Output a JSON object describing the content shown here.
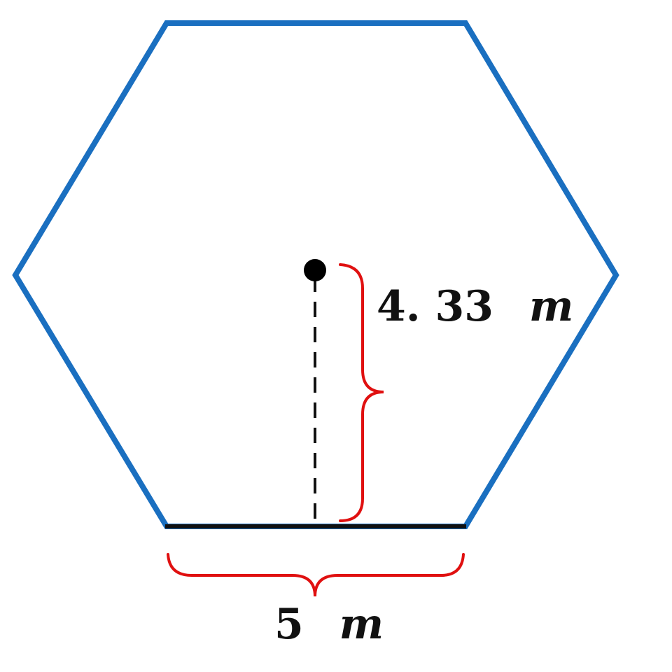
{
  "apothem": {
    "number": "4. 33",
    "unit": "m"
  },
  "side": {
    "number": "5",
    "unit": "m"
  },
  "colors": {
    "hexagon_stroke": "#1a6fc0",
    "brace": "#e01010",
    "apothem_line": "#111111",
    "center_point": "#000000"
  }
}
